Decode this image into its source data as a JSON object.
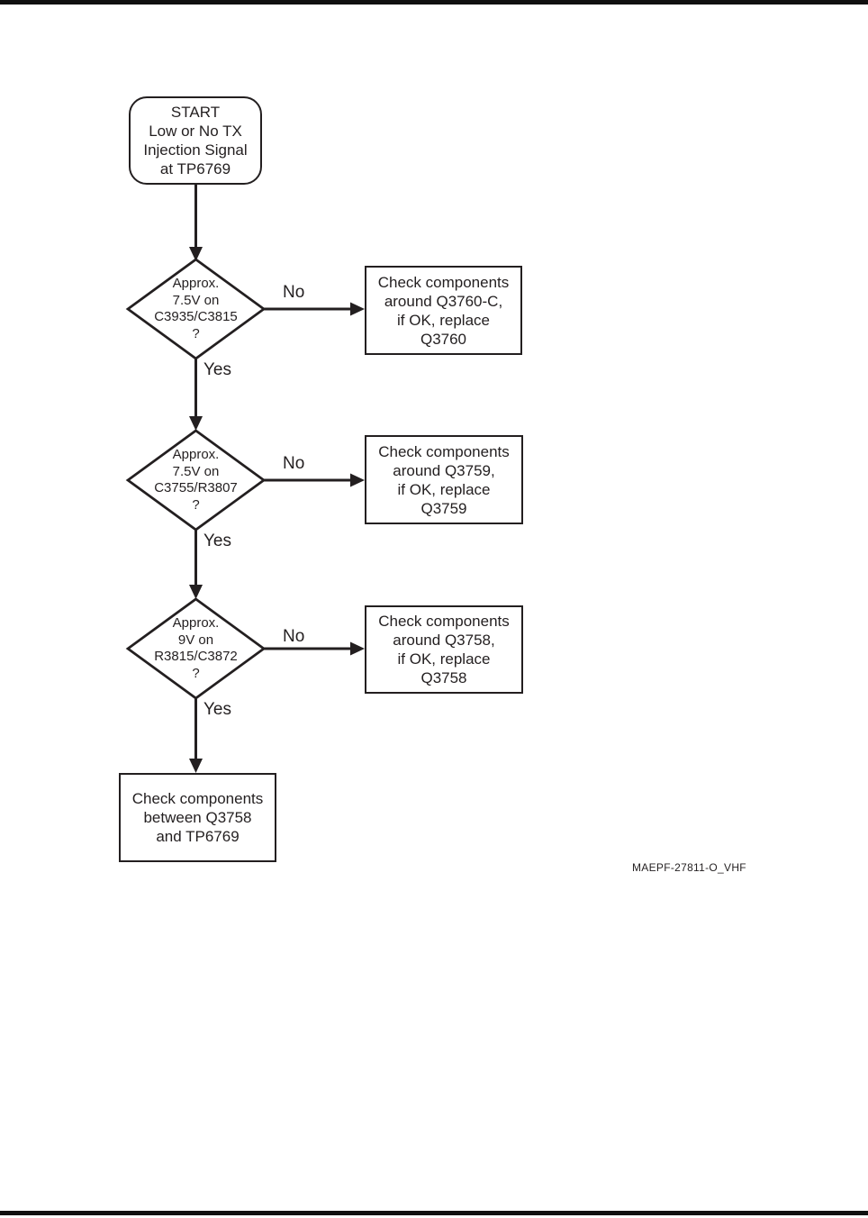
{
  "page": {
    "artwork_id": "MAEPF-27811-O_VHF"
  },
  "flowchart": {
    "start": {
      "lines": [
        "START",
        "Low or No TX",
        "Injection Signal",
        "at TP6769"
      ]
    },
    "decision1": {
      "lines": [
        "Approx.",
        "7.5V on",
        "C3935/C3815",
        "?"
      ],
      "no": "No",
      "yes": "Yes"
    },
    "decision2": {
      "lines": [
        "Approx.",
        "7.5V on",
        "C3755/R3807",
        "?"
      ],
      "no": "No",
      "yes": "Yes"
    },
    "decision3": {
      "lines": [
        "Approx.",
        "9V on",
        "R3815/C3872",
        "?"
      ],
      "no": "No",
      "yes": "Yes"
    },
    "action1": {
      "lines": [
        "Check components",
        "around Q3760-C,",
        "if OK, replace",
        "Q3760"
      ]
    },
    "action2": {
      "lines": [
        "Check components",
        "around Q3759,",
        "if OK, replace",
        "Q3759"
      ]
    },
    "action3": {
      "lines": [
        "Check components",
        "around Q3758,",
        "if OK, replace",
        "Q3758"
      ]
    },
    "end": {
      "lines": [
        "Check components",
        "between Q3758",
        "and TP6769"
      ]
    }
  }
}
